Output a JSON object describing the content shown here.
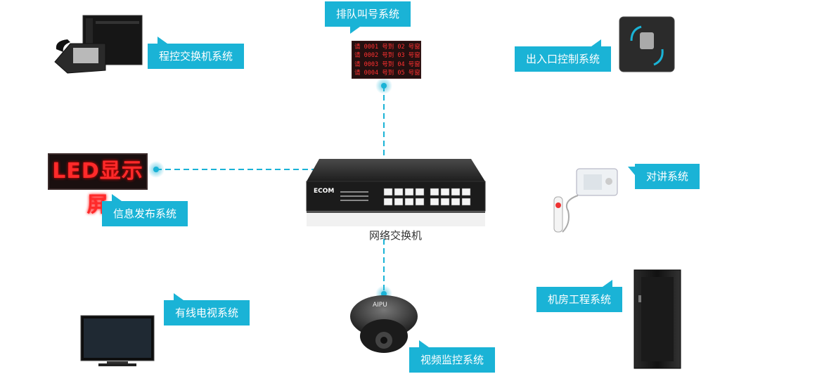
{
  "center": {
    "label": "网络交换机",
    "brand": "ECOM"
  },
  "systems": {
    "pbx": "程控交换机系统",
    "queue": "排队叫号系统",
    "access": "出入口控制系统",
    "info": "信息发布系统",
    "intercom": "对讲系统",
    "tv": "有线电视系统",
    "video": "视频监控系统",
    "machine_room": "机房工程系统"
  },
  "led_sign_text": "LED显示屏",
  "queue_rows": [
    "请 0001 号到 02 号窗",
    "请 0002 号到 03 号窗",
    "请 0003 号到 04 号窗",
    "请 0004 号到 05 号窗"
  ],
  "camera_brand": "AIPU",
  "colors": {
    "accent": "#1ab3d6",
    "line": "#1ab3d6"
  }
}
